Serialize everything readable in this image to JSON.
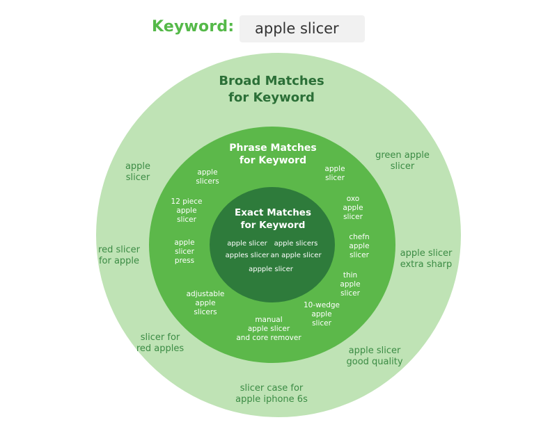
{
  "keyword": {
    "label": "Keyword:",
    "value": "apple slicer"
  },
  "colors": {
    "label_green": "#55b949",
    "broad_fill": "#bfe3b5",
    "phrase_fill": "#5cb84a",
    "exact_fill": "#2e7b3b",
    "broad_text": "#3b8b44",
    "title_text": "#2b6f37",
    "light_text": "#ffffff"
  },
  "broad": {
    "title": "Broad Matches\nfor Keyword",
    "items": [
      "apple\nslicer",
      "green apple\nslicer",
      "red slicer\nfor apple",
      "apple slicer\nextra sharp",
      "slicer for\nred apples",
      "apple slicer\ngood quality",
      "slicer case for\napple iphone 6s"
    ]
  },
  "phrase": {
    "title": "Phrase Matches\nfor Keyword",
    "items": [
      "apple\nslicers",
      "apple\nslicer",
      "12 piece\napple\nslicer",
      "oxo\napple\nslicer",
      "apple\nslicer\npress",
      "chefn\napple\nslicer",
      "thin\napple\nslicer",
      "adjustable\napple\nslicers",
      "10-wedge\napple\nslicer",
      "manual\napple slicer\nand core remover"
    ]
  },
  "exact": {
    "title": "Exact Matches\nfor Keyword",
    "items": [
      "apple slicer",
      "apple slicers",
      "apples slicer",
      "an apple slicer",
      "appple slicer"
    ]
  }
}
